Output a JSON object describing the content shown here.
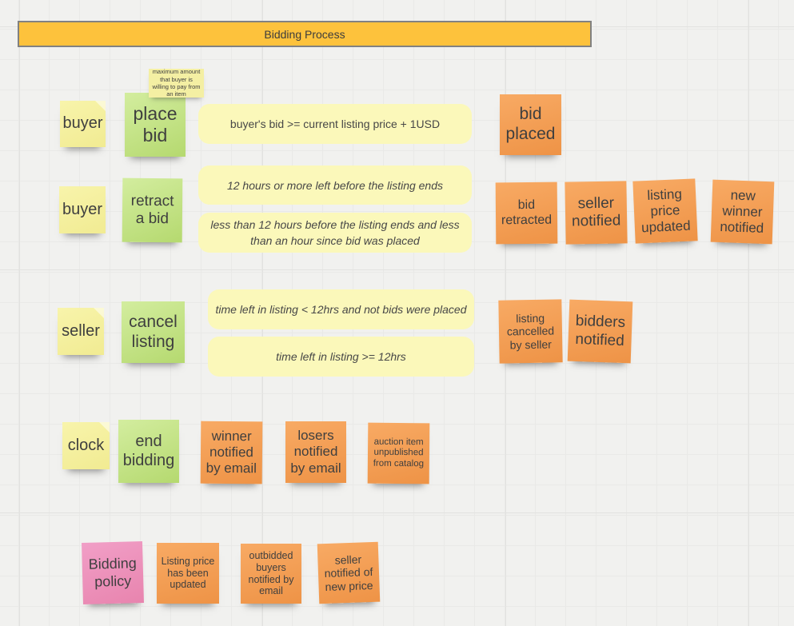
{
  "title_bar": {
    "label": "Bidding Process"
  },
  "palette": {
    "canvas_bg": "#f1f1ef",
    "grid_line": "#e6e6e4",
    "title_fill": "#fdc23c",
    "title_border": "#818181",
    "sticky_yellow": "#f5f0a0",
    "sticky_green": "#c6e689",
    "sticky_orange": "#f4a056",
    "sticky_pink": "#ee93bd",
    "condition_fill": "#fbf8ba",
    "note_text": "#3f3f3f"
  },
  "lanes": {
    "row1": {
      "actor": "buyer",
      "command": "place bid",
      "annotation": "maximum amount that buyer is willing to pay from an item",
      "conditions": [
        "buyer's bid >= current listing price + 1USD"
      ],
      "events": [
        "bid placed"
      ]
    },
    "row2": {
      "actor": "buyer",
      "command": "retract a bid",
      "conditions": [
        "12 hours or more left before the listing ends",
        "less than 12 hours before the listing ends and  less than an hour since bid was placed"
      ],
      "events": [
        "bid retracted",
        "seller notified",
        "listing price updated",
        "new winner notified"
      ]
    },
    "row3": {
      "actor": "seller",
      "command": "cancel listing",
      "conditions": [
        "time left in listing < 12hrs and not bids were placed",
        "time left in listing >= 12hrs"
      ],
      "events": [
        "listing cancelled by seller",
        "bidders notified"
      ]
    },
    "row4": {
      "actor": "clock",
      "command": "end bidding",
      "events": [
        "winner notified by email",
        "losers notified by email",
        "auction item unpublished from catalog"
      ]
    },
    "row5": {
      "policy": "Bidding policy",
      "trigger": "Listing price has been updated",
      "events": [
        "outbidded buyers notified by email",
        "seller notified of new price"
      ]
    }
  }
}
